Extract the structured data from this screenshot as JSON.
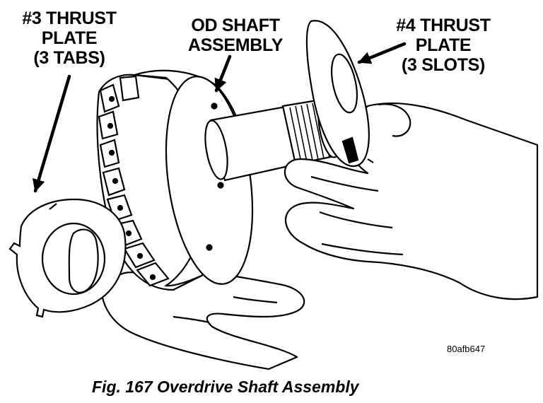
{
  "labels": {
    "thrust_plate_3": [
      "#3 THRUST",
      "PLATE",
      "(3 TABS)"
    ],
    "od_shaft": [
      "OD SHAFT",
      "ASSEMBLY"
    ],
    "thrust_plate_4": [
      "#4 THRUST",
      "PLATE",
      "(3 SLOTS)"
    ]
  },
  "figure_code": "80afb647",
  "caption": "Fig. 167 Overdrive Shaft Assembly"
}
